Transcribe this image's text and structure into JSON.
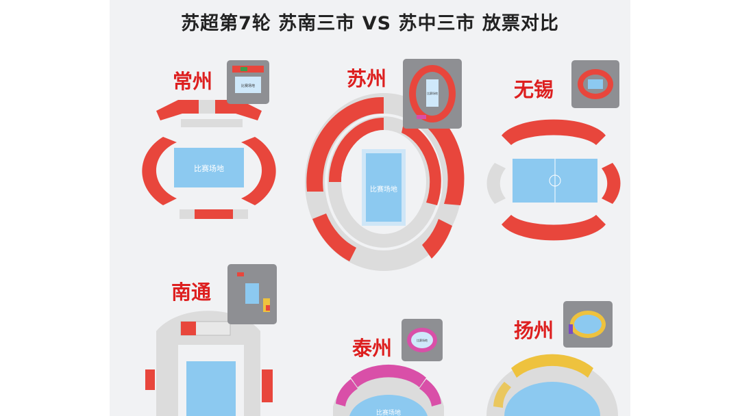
{
  "title": "苏超第7轮  苏南三市 VS 苏中三市  放票对比",
  "stadiums": {
    "changzhou": {
      "name": "常州",
      "field_label": "比赛场地",
      "thumb_label": "比赛场地"
    },
    "suzhou": {
      "name": "苏州",
      "field_label": "比赛场地",
      "thumb_label": "比赛场地"
    },
    "wuxi": {
      "name": "无锡"
    },
    "nantong": {
      "name": "南通"
    },
    "taizhou": {
      "name": "泰州",
      "field_label": "比赛场地",
      "thumb_label": "比赛场地"
    },
    "yangzhou": {
      "name": "扬州"
    }
  },
  "colors": {
    "sold_red": "#e8463c",
    "available_grey": "#dcdcdc",
    "field_blue": "#8cc9f0",
    "taizhou_pink": "#d94fa8",
    "yangzhou_yellow": "#eec23e",
    "title_red": "#dd1f1f"
  }
}
